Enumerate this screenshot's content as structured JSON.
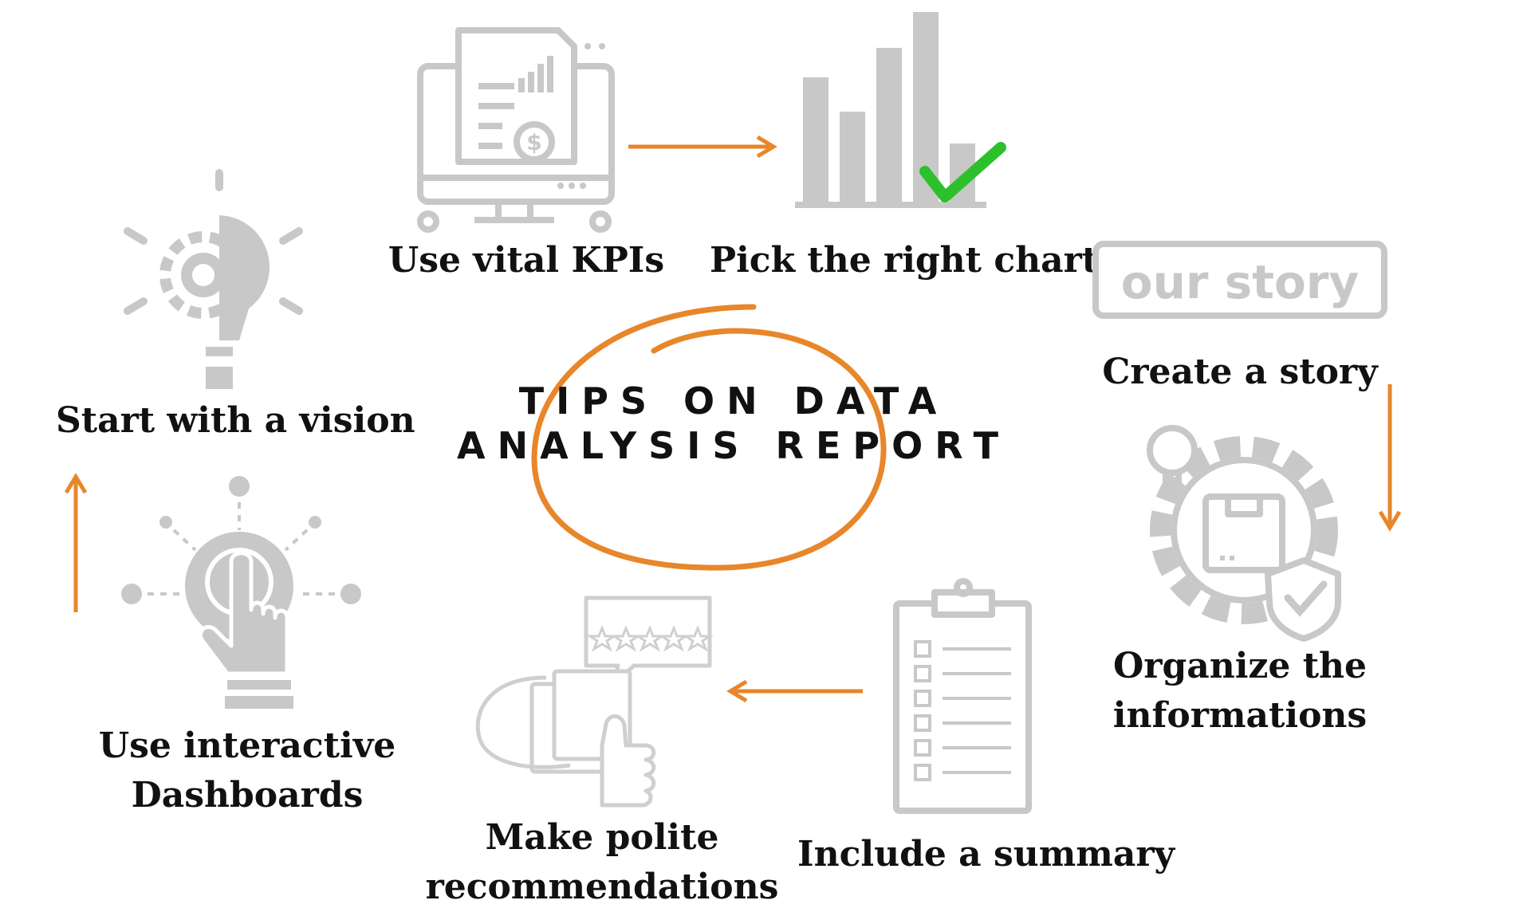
{
  "title": {
    "line1": "TIPS ON DATA",
    "line2": "ANALYSIS REPORT"
  },
  "steps": [
    {
      "line1": "Start with a vision",
      "icon": "lightbulb-gear-icon"
    },
    {
      "line1": "Use vital KPIs",
      "icon": "kpi-report-monitor-icon"
    },
    {
      "line1": "Pick the right chart",
      "icon": "bar-chart-check-icon"
    },
    {
      "line1": "Create a story",
      "icon": "our-story-badge-icon",
      "icon_text": "our story"
    },
    {
      "line1": "Organize the",
      "line2": "informations",
      "icon": "gear-box-lightbulb-icon"
    },
    {
      "line1": "Include a summary",
      "icon": "clipboard-checklist-icon"
    },
    {
      "line1": "Make polite",
      "line2": "recommendations",
      "icon": "thumbs-up-review-icon"
    },
    {
      "line1": "Use interactive",
      "line2": "Dashboards",
      "icon": "touch-dashboard-icon"
    }
  ],
  "colors": {
    "accent": "#e8862a",
    "icon_gray": "#c8c8c8",
    "check_green": "#2cc12c",
    "text": "#111111"
  }
}
